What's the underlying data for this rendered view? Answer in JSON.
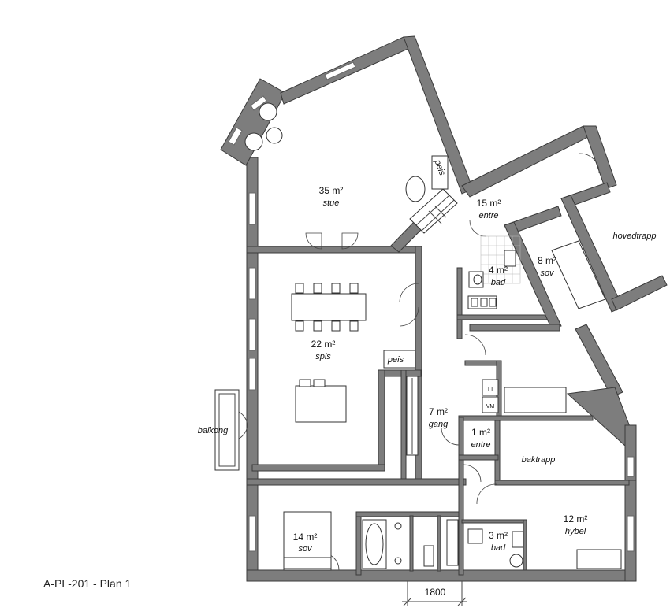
{
  "drawing_title": "A-PL-201 - Plan 1",
  "dimension": "1800",
  "rooms": {
    "stue": {
      "area": "35 m²",
      "name": "stue"
    },
    "entre": {
      "area": "15 m²",
      "name": "entre"
    },
    "bad1": {
      "area": "4 m²",
      "name": "bad"
    },
    "sov1": {
      "area": "8 m²",
      "name": "sov"
    },
    "spis": {
      "area": "22 m²",
      "name": "spis"
    },
    "gang": {
      "area": "7 m²",
      "name": "gang"
    },
    "entre2": {
      "area": "1 m²",
      "name": "entre"
    },
    "sov2": {
      "area": "14 m²",
      "name": "sov"
    },
    "bad2": {
      "area": "3 m²",
      "name": "bad"
    },
    "hybel": {
      "area": "12 m²",
      "name": "hybel"
    }
  },
  "labels": {
    "hovedtrapp": "hovedtrapp",
    "baktrapp": "baktrapp",
    "balkong": "balkong",
    "peis_stue": "peis",
    "peis_spis": "peis",
    "tt": "TT",
    "vm": "VM"
  }
}
